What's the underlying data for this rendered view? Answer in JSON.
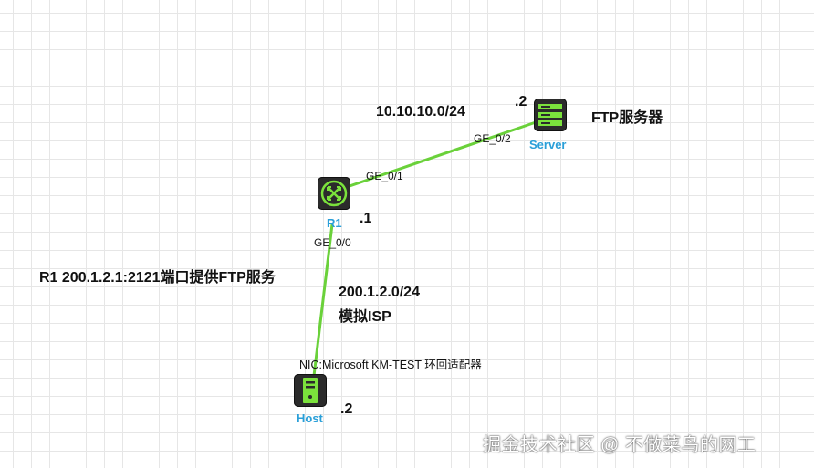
{
  "diagram": {
    "networks": {
      "server_net": "10.10.10.0/24",
      "isp_net_line1": "200.1.2.0/24",
      "isp_net_line2": "模拟ISP"
    },
    "notes": {
      "ftp_server": "FTP服务器",
      "r1_service": "R1 200.1.2.1:2121端口提供FTP服务"
    },
    "devices": {
      "server": {
        "name": "Server",
        "host_octet": ".2",
        "port": "GE_0/2"
      },
      "r1": {
        "name": "R1",
        "host_octet": ".1",
        "port_up": "GE_0/1",
        "port_down": "GE_0/0"
      },
      "host": {
        "name": "Host",
        "host_octet": ".2",
        "nic": "NIC:Microsoft KM-TEST 环回适配器"
      }
    },
    "link_color": "#6ad13a",
    "watermark": "掘金技术社区 @ 不做菜鸟的网工"
  }
}
